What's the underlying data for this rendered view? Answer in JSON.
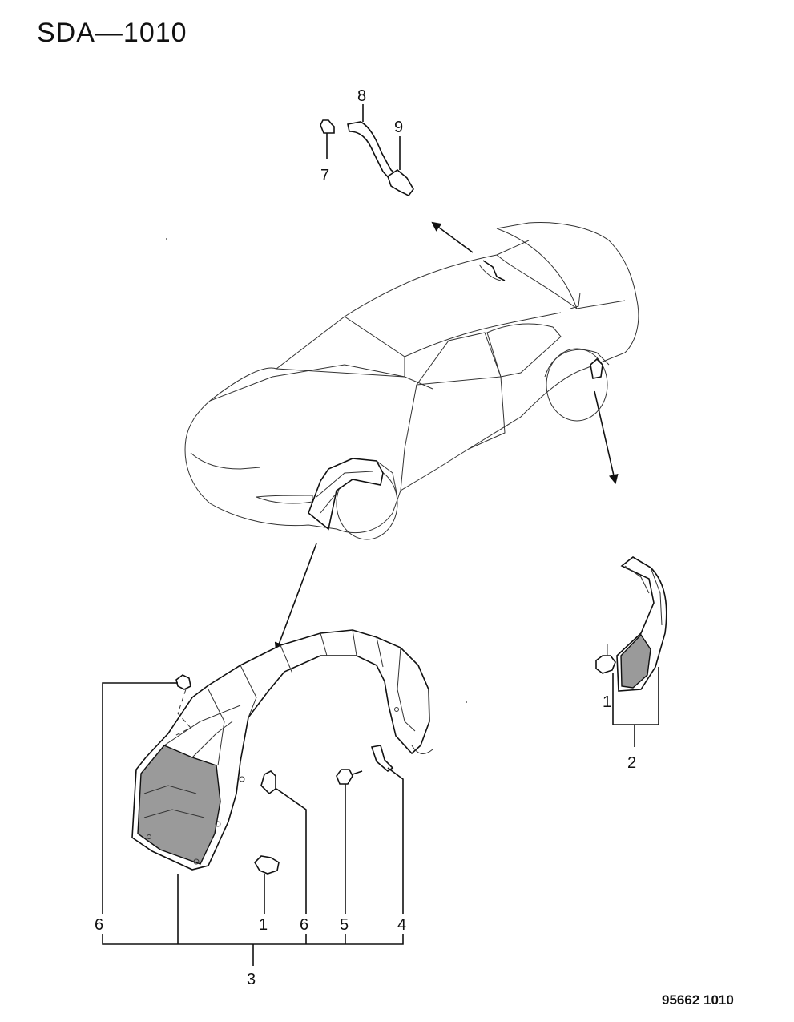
{
  "header": {
    "title": "SDA—1010"
  },
  "footer": {
    "code": "95662 1010"
  },
  "callouts": {
    "c1_left": "1",
    "c1_right": "1",
    "c2": "2",
    "c3": "3",
    "c4": "4",
    "c5": "5",
    "c6_left": "6",
    "c6_mid": "6",
    "c7": "7",
    "c8": "8",
    "c9": "9"
  }
}
